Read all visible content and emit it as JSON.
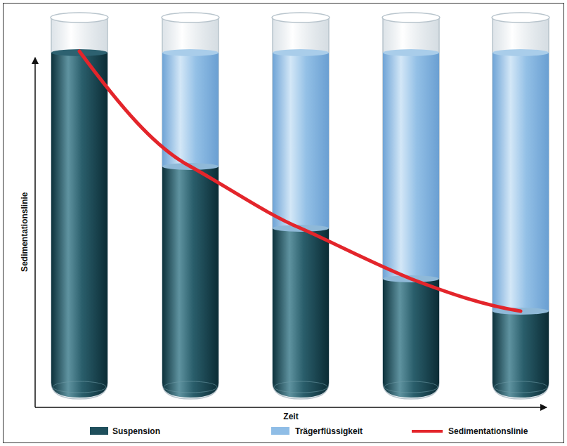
{
  "diagram": {
    "labels": [
      "Sedimentationslinie",
      "Zeit"
    ],
    "legend": [
      {
        "text": "Suspension",
        "color": "#1f4f5c"
      },
      {
        "text": "Trägerflüssigkeit",
        "color": "#8fbde6"
      },
      {
        "text": "Sedimentationslinie"
      }
    ]
  }
}
